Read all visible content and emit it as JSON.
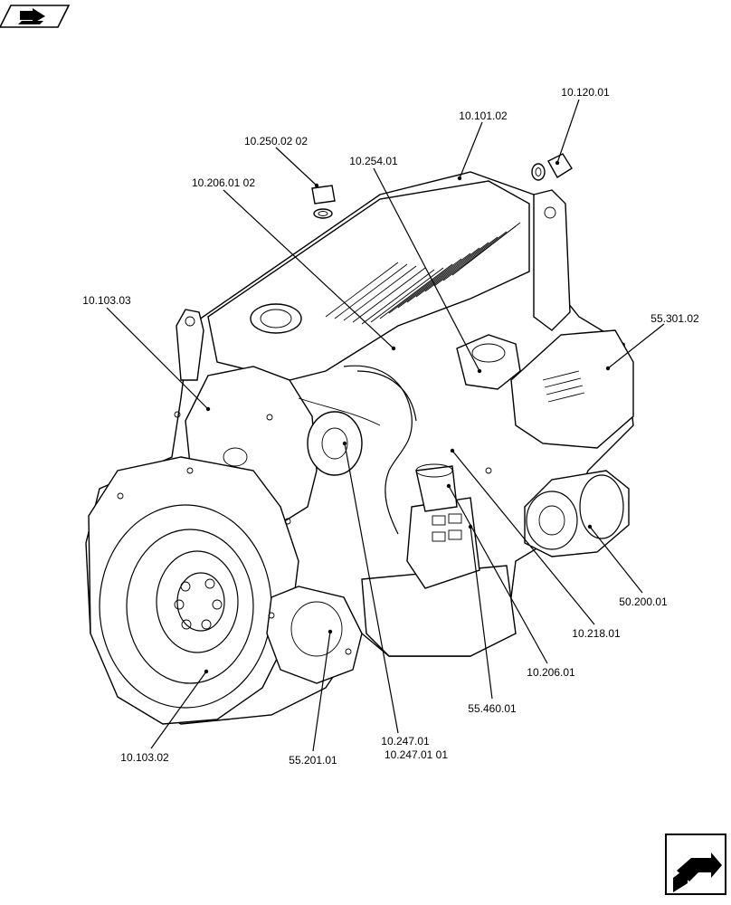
{
  "diagram": {
    "labels": {
      "p10_120_01": "10.120.01",
      "p10_101_02": "10.101.02",
      "p10_250_02_02": "10.250.02 02",
      "p10_254_01": "10.254.01",
      "p10_206_01_02": "10.206.01 02",
      "p10_103_03": "10.103.03",
      "p55_301_02": "55.301.02",
      "p50_200_01": "50.200.01",
      "p10_218_01": "10.218.01",
      "p10_206_01": "10.206.01",
      "p55_460_01": "55.460.01",
      "p10_247_01": "10.247.01",
      "p10_247_01_01": "10.247.01 01",
      "p55_201_01": "55.201.01",
      "p10_103_02": "10.103.02"
    }
  },
  "nav": {
    "top_icon": "prev-page-arrow-icon",
    "bottom_icon": "next-page-arrow-icon"
  }
}
